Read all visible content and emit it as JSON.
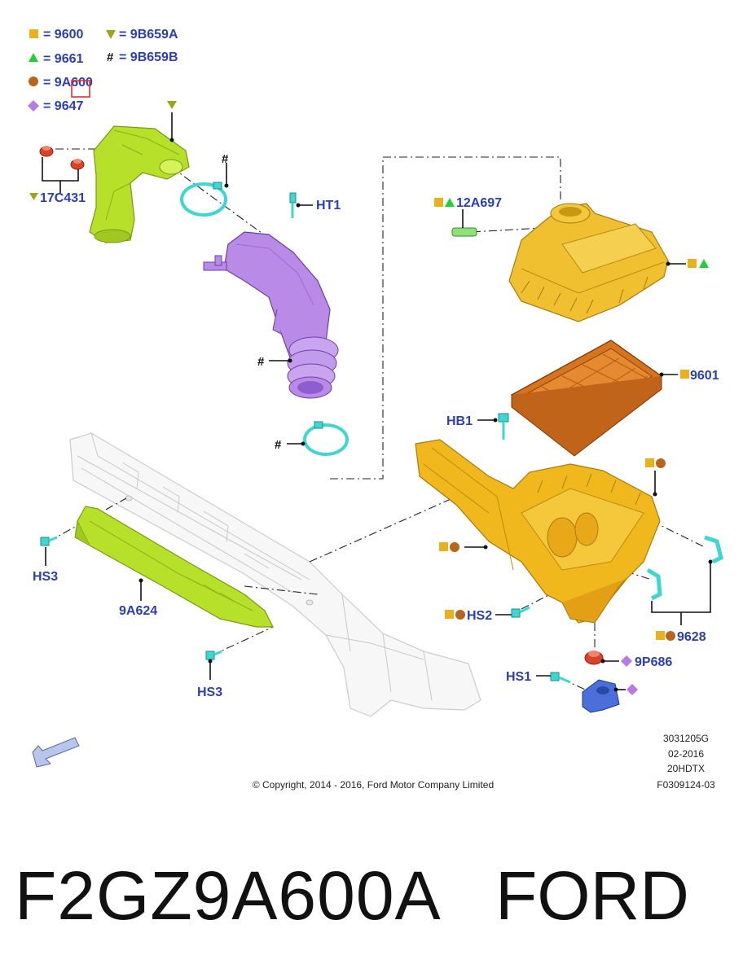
{
  "legend": [
    {
      "symbol": "square",
      "color": "#e8b21f",
      "code": "9600"
    },
    {
      "symbol": "triangle-down",
      "color": "#9aa51a",
      "code": "9B659A"
    },
    {
      "symbol": "triangle-up",
      "color": "#1fcf3a",
      "code": "9661"
    },
    {
      "symbol": "hash",
      "color": "#111111",
      "code": "9B659B"
    },
    {
      "symbol": "circle",
      "color": "#b8651b",
      "code": "9A600"
    },
    {
      "symbol": "diamond",
      "color": "#b77be3",
      "code": "9647"
    }
  ],
  "callouts": {
    "c17C431": "17C431",
    "hash": "#",
    "ht1": "HT1",
    "c12A697": "12A697",
    "c9601": "9601",
    "hb1": "HB1",
    "hs3": "HS3",
    "c9A624": "9A624",
    "hs2": "HS2",
    "c9628": "9628",
    "c9P686": "9P686",
    "hs1": "HS1"
  },
  "info_block": [
    "3031205G",
    "02-2016",
    "20HDTX",
    "F0309124-03"
  ],
  "copyright": "© Copyright, 2014 - 2016, Ford Motor Company Limited",
  "part_number": "F2GZ9A600A",
  "brand": "FORD",
  "colors": {
    "label_blue": "#2b3fb0",
    "yellow_part": "#e8b21f",
    "green_part": "#b6e02a",
    "purple_part": "#b98be6",
    "orange_filter": "#d9741e",
    "cyan_fastener": "#3fd6d2",
    "highlight_box": "#e03030"
  }
}
